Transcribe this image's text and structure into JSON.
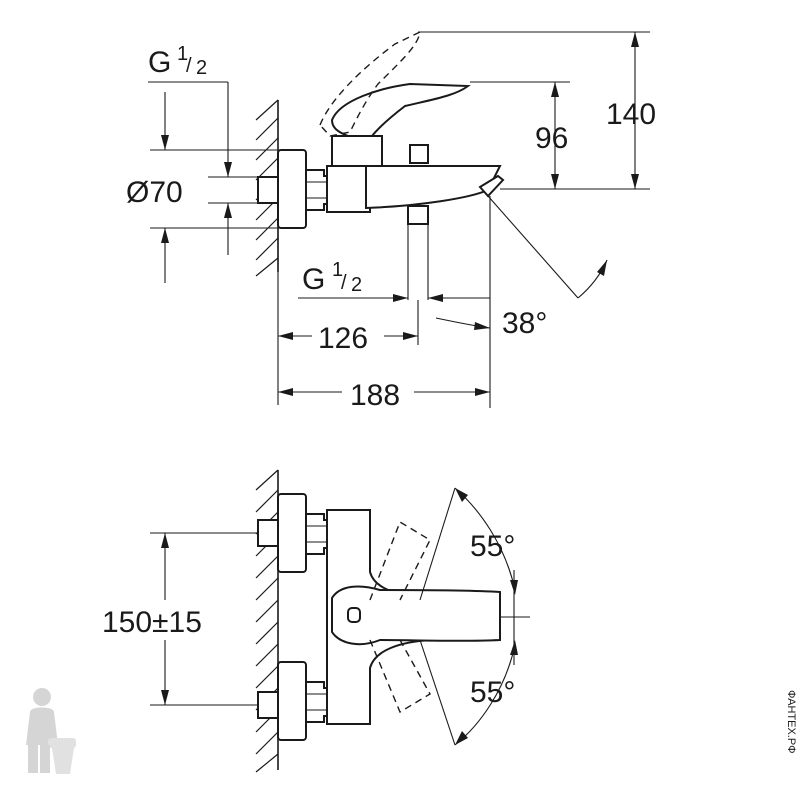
{
  "dimensions": {
    "thread_top": "G",
    "thread_top_num": "1",
    "thread_top_den": "2",
    "diameter": "Ø70",
    "thread_mid": "G",
    "thread_mid_num": "1",
    "thread_mid_den": "2",
    "spout_length": "126",
    "overall_depth": "188",
    "lever_height": "96",
    "overall_height": "140",
    "spout_angle": "38°",
    "lever_angle_up": "55°",
    "lever_angle_down": "55°",
    "center_distance": "150±15"
  },
  "watermark": {
    "side_text": "ФАНТЕХ.РФ",
    "logo_icon": "plumber-mascot-icon"
  }
}
